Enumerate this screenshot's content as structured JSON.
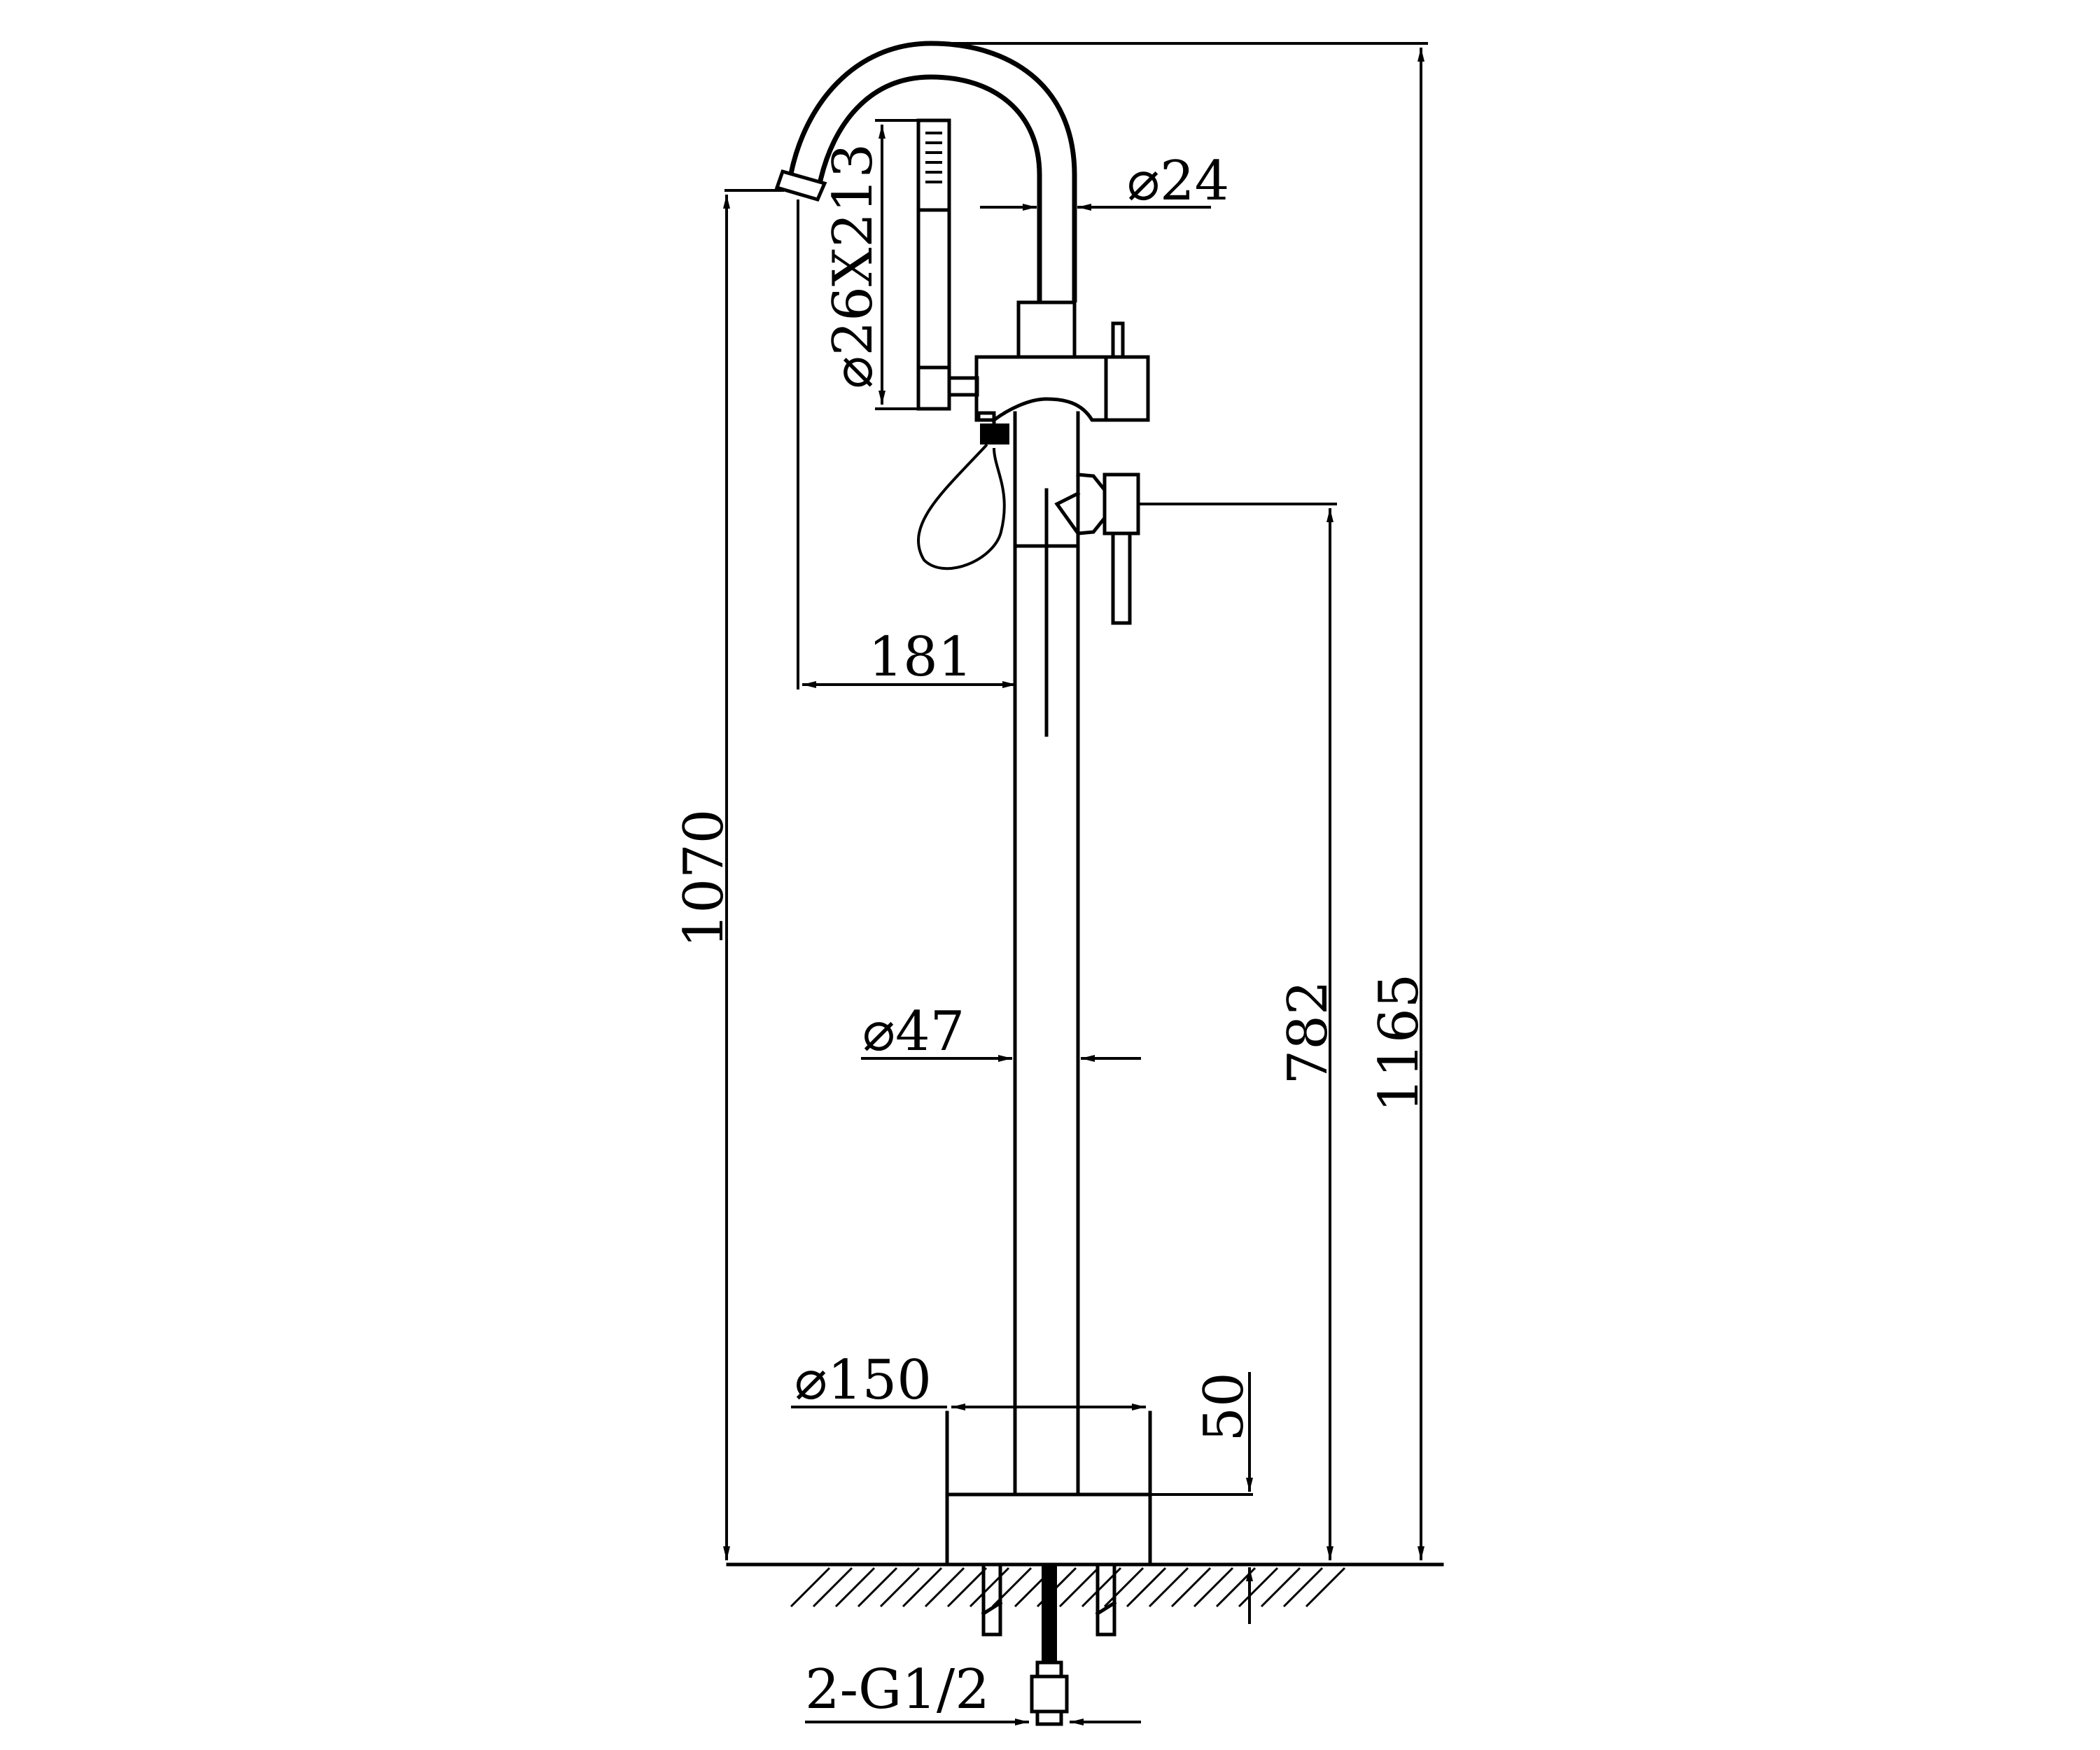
{
  "dimensions": {
    "overall_height": "1165",
    "spout_height": "1070",
    "handle_height": "782",
    "spout_reach": "181",
    "spout_diameter": "⌀24",
    "column_diameter": "⌀47",
    "base_diameter": "⌀150",
    "base_height": "50",
    "hand_shower": "⌀26X213",
    "connection": "2-G1/2"
  },
  "colors": {
    "line": "#000000",
    "background": "#ffffff"
  }
}
